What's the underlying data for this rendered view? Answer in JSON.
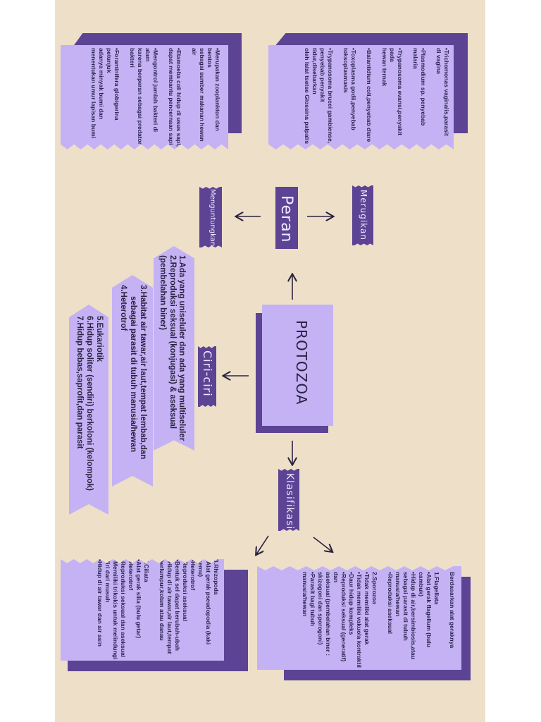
{
  "central": {
    "title": "PROTOZOA"
  },
  "branches": {
    "peran": "Peran",
    "ciri": "Ciri-ciri",
    "klasifikasi": "Klasifikasi",
    "merugikan": "Merugikan",
    "menguntungkan": "Menguntungkan"
  },
  "merugikan_notes": "•Trichomonas vaginalis,parasit\ndi vagina\n\n•Plasmodium sp. penyebab malaria\n\n•Trypanosoma evansi,penyakit pada\nhewan ternak\n\n•Balantidium coli,penyebab diare\n\n•Toxoplasma godii,penyebab\ntoksoplasmasis\n\n•Trypanosoma brucei gambiense,\npenyebab penyakit tidur,disebarkan\noleh lalat tsetse Glossina palpalis",
  "menguntungkan_notes": "•Merupakan zooplankton dan bentos\nsebagai sumber makanan hewan air\n\n•Etamoeba coli hidup di usus sapi,\ndapat membantu pencernaan sapi\n\n•Mengontrol jumlah bakteri di alam\nkarena berperan sebagai predator\nbakteri\n\n•Foraminifera globigerina petunjuk\nadanya minyak bumi dan\nmenentukan umur lapisan bumi",
  "ciri": {
    "item1": "1.Ada yang uniseluler dan ada yang multiseluler",
    "item2": "2.Reproduksi seksual (konjugasi) & aseksual",
    "item2b": "(pembelahan biner)",
    "item3": "3.Habitat air tawar,air laut,tempat lembab,dan",
    "item3b": "sebagai parasit di tubuh manusia/hewan",
    "item4": "4.Heterotrof",
    "item5": "5.Eukariotik",
    "item6": "6.Hidup soliter (sendiri) berkoloni (kelompok)",
    "item7": "7.Hidup bebas,saprofit,dan parasit"
  },
  "klasifikasi_notes_1": "Berdasarkan alat geraknya\n\n1.Flagellata\n•Alat gerak flagellum (bulu cambuk)\n•Hidup di air,bersimbiosis,atau\nsebagai parasit di tubuh\nmanusia/hewan\n•Reproduksi aseksual\n\n2.Sporozoa\n•Tidak memiliki alat gerak\n•Tidak memiliki vakuola kontraktil\n•Daur hidup kompleks\n•Reproduksi seksual (generatif) dan\naseksual (pembelahan biner :\nskizogoni dan sporogoni)\n•Parasit bagi tubuh manusia/hewan",
  "klasifikasi_notes_2": "3.Rhizopoda\n•Alat gerak pseudopodia (kaki semu)\n•Heterotrof\n•Reproduksi aseksual\n•Bentuk sel dapat berubah-ubah\n•Hidup di air tawar,air laut,tempat\nberlumpur,kolam atau danau\n\n4.Ciliata\n•Alat gerak silia (bulu getar)\n•Heterotrof\n•Reproduksi seksual dan aseksual\n•Memiliki trikokis untuk melindungi\ndiri dari musuh\n•Hidup di air tawar dan air asin",
  "colors": {
    "background": "#eedfc8",
    "lavender": "#c4b2f5",
    "purple": "#5c4394",
    "text": "#2a2340"
  }
}
